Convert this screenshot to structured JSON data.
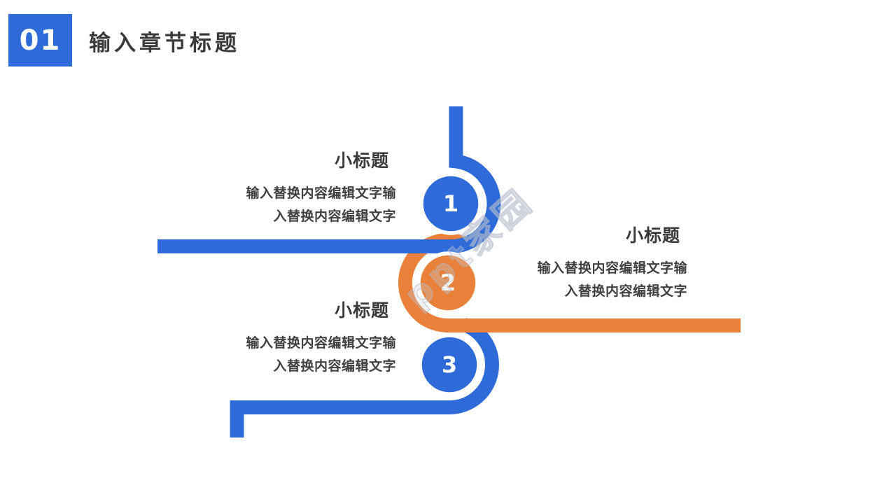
{
  "slide": {
    "header": {
      "section_number": "01",
      "title": "输入章节标题"
    },
    "steps": [
      {
        "number": "1",
        "title": "小标题",
        "body_lines": [
          "输入替换内容编辑文字输",
          "入替换内容编辑文字"
        ],
        "color": "#2e6bd8",
        "text_side": "left"
      },
      {
        "number": "2",
        "title": "小标题",
        "body_lines": [
          "输入替换内容编辑文字输",
          "入替换内容编辑文字"
        ],
        "color": "#e9813a",
        "text_side": "right"
      },
      {
        "number": "3",
        "title": "小标题",
        "body_lines": [
          "输入替换内容编辑文字输",
          "入替换内容编辑文字"
        ],
        "color": "#2e6bd8",
        "text_side": "left"
      }
    ],
    "watermark": "ppt家园",
    "colors": {
      "blue": "#2e6bd8",
      "orange": "#e9813a",
      "text_dark": "#3a3a3a",
      "white": "#ffffff"
    }
  }
}
